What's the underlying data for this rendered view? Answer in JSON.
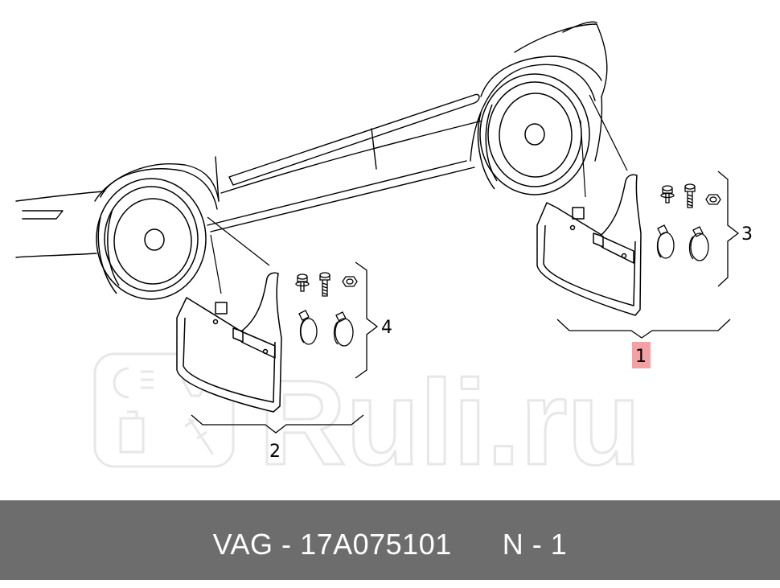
{
  "callouts": {
    "c1": "1",
    "c2": "2",
    "c3": "3",
    "c4": "4"
  },
  "highlight_color": "#f3a1a4",
  "watermark": {
    "text": "Ruli.ru"
  },
  "footer": {
    "brand": "VAG",
    "separator": "-",
    "part_number": "17A075101",
    "position_label": "N",
    "position_value": "1",
    "background_color": "#6d6d6d"
  }
}
